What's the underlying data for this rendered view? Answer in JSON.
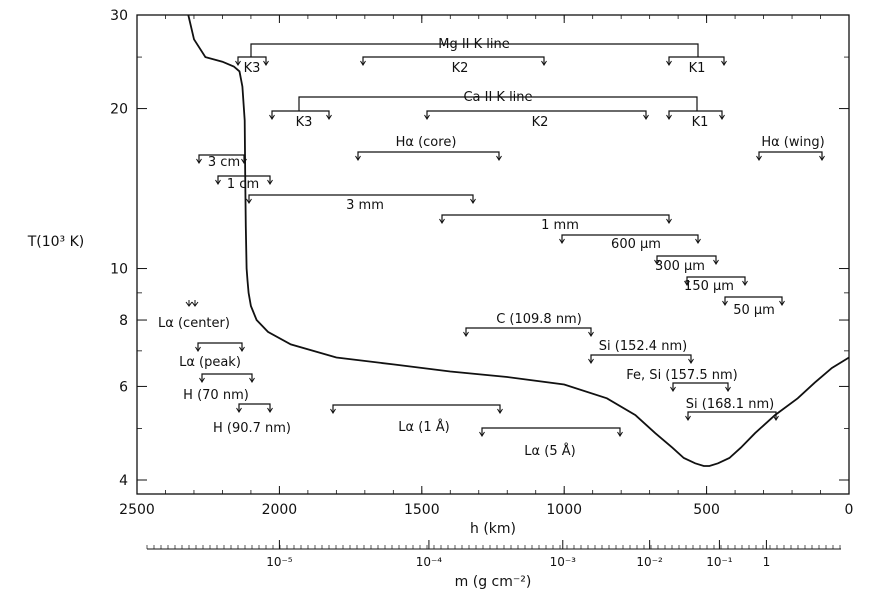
{
  "chart_data": {
    "type": "line",
    "ylabel": "T(10³ K)",
    "xlabel": "h  (km)",
    "x2label": "m (g cm⁻²)",
    "x_ticks": [
      "2500",
      "2000",
      "1500",
      "1000",
      "500",
      "0"
    ],
    "y_ticks": [
      "30",
      "20",
      "10",
      "8",
      "6",
      "4"
    ],
    "m_ticks": [
      {
        "label": "10⁻⁵",
        "h": 2000
      },
      {
        "label": "10⁻⁴",
        "h": 1475
      },
      {
        "label": "10⁻³",
        "h": 1005
      },
      {
        "label": "10⁻²",
        "h": 700
      },
      {
        "label": "10⁻¹",
        "h": 455
      },
      {
        "label": "1",
        "h": 290
      }
    ],
    "xlim": [
      2500,
      0
    ],
    "ylim": [
      4,
      30
    ],
    "yscale": "log",
    "series": [
      {
        "x": [
          2320,
          2300,
          2260,
          2200,
          2160,
          2140,
          2130,
          2122,
          2120,
          2118,
          2115,
          2112,
          2108,
          2100,
          2080,
          2040,
          1960,
          1800,
          1600,
          1400,
          1200,
          1000,
          850,
          750,
          680,
          620,
          580,
          540,
          510,
          490,
          460,
          420,
          380,
          330,
          260,
          180,
          120,
          60,
          20,
          0
        ],
        "y": [
          30,
          27,
          25,
          24.5,
          24,
          23.5,
          22,
          19,
          15,
          12,
          10,
          9.5,
          9,
          8.5,
          8,
          7.6,
          7.2,
          6.8,
          6.6,
          6.4,
          6.25,
          6.05,
          5.7,
          5.3,
          4.9,
          4.6,
          4.4,
          4.3,
          4.25,
          4.25,
          4.3,
          4.4,
          4.6,
          4.9,
          5.3,
          5.7,
          6.1,
          6.5,
          6.7,
          6.8
        ]
      }
    ],
    "annotations": [
      {
        "text": "Mg II  K line",
        "group": "mg"
      },
      {
        "text": "K3",
        "group": "mg"
      },
      {
        "text": "K2",
        "group": "mg"
      },
      {
        "text": "K1",
        "group": "mg"
      },
      {
        "text": "Ca II  K line",
        "group": "ca"
      },
      {
        "text": "K3",
        "group": "ca"
      },
      {
        "text": "K2",
        "group": "ca"
      },
      {
        "text": "K1",
        "group": "ca"
      },
      {
        "text": "Hα (core)",
        "group": "h"
      },
      {
        "text": "Hα (wing)",
        "group": "h"
      },
      {
        "text": "3 cm",
        "group": "radio"
      },
      {
        "text": "1 cm",
        "group": "radio"
      },
      {
        "text": "3 mm",
        "group": "radio"
      },
      {
        "text": "1 mm",
        "group": "radio"
      },
      {
        "text": "600 μm",
        "group": "radio"
      },
      {
        "text": "300 μm",
        "group": "radio"
      },
      {
        "text": "150 μm",
        "group": "radio"
      },
      {
        "text": "50 μm",
        "group": "radio"
      },
      {
        "text": "Lα (center)",
        "group": "uv"
      },
      {
        "text": "Lα (peak)",
        "group": "uv"
      },
      {
        "text": "H (70 nm)",
        "group": "uv"
      },
      {
        "text": "H (90.7 nm)",
        "group": "uv"
      },
      {
        "text": "Lα (1 Å)",
        "group": "uv"
      },
      {
        "text": "Lα (5 Å)",
        "group": "uv"
      },
      {
        "text": "C (109.8 nm)",
        "group": "uv"
      },
      {
        "text": "Si (152.4 nm)",
        "group": "uv"
      },
      {
        "text": "Fe, Si (157.5 nm)",
        "group": "uv"
      },
      {
        "text": "Si (168.1 nm)",
        "group": "uv"
      }
    ]
  }
}
